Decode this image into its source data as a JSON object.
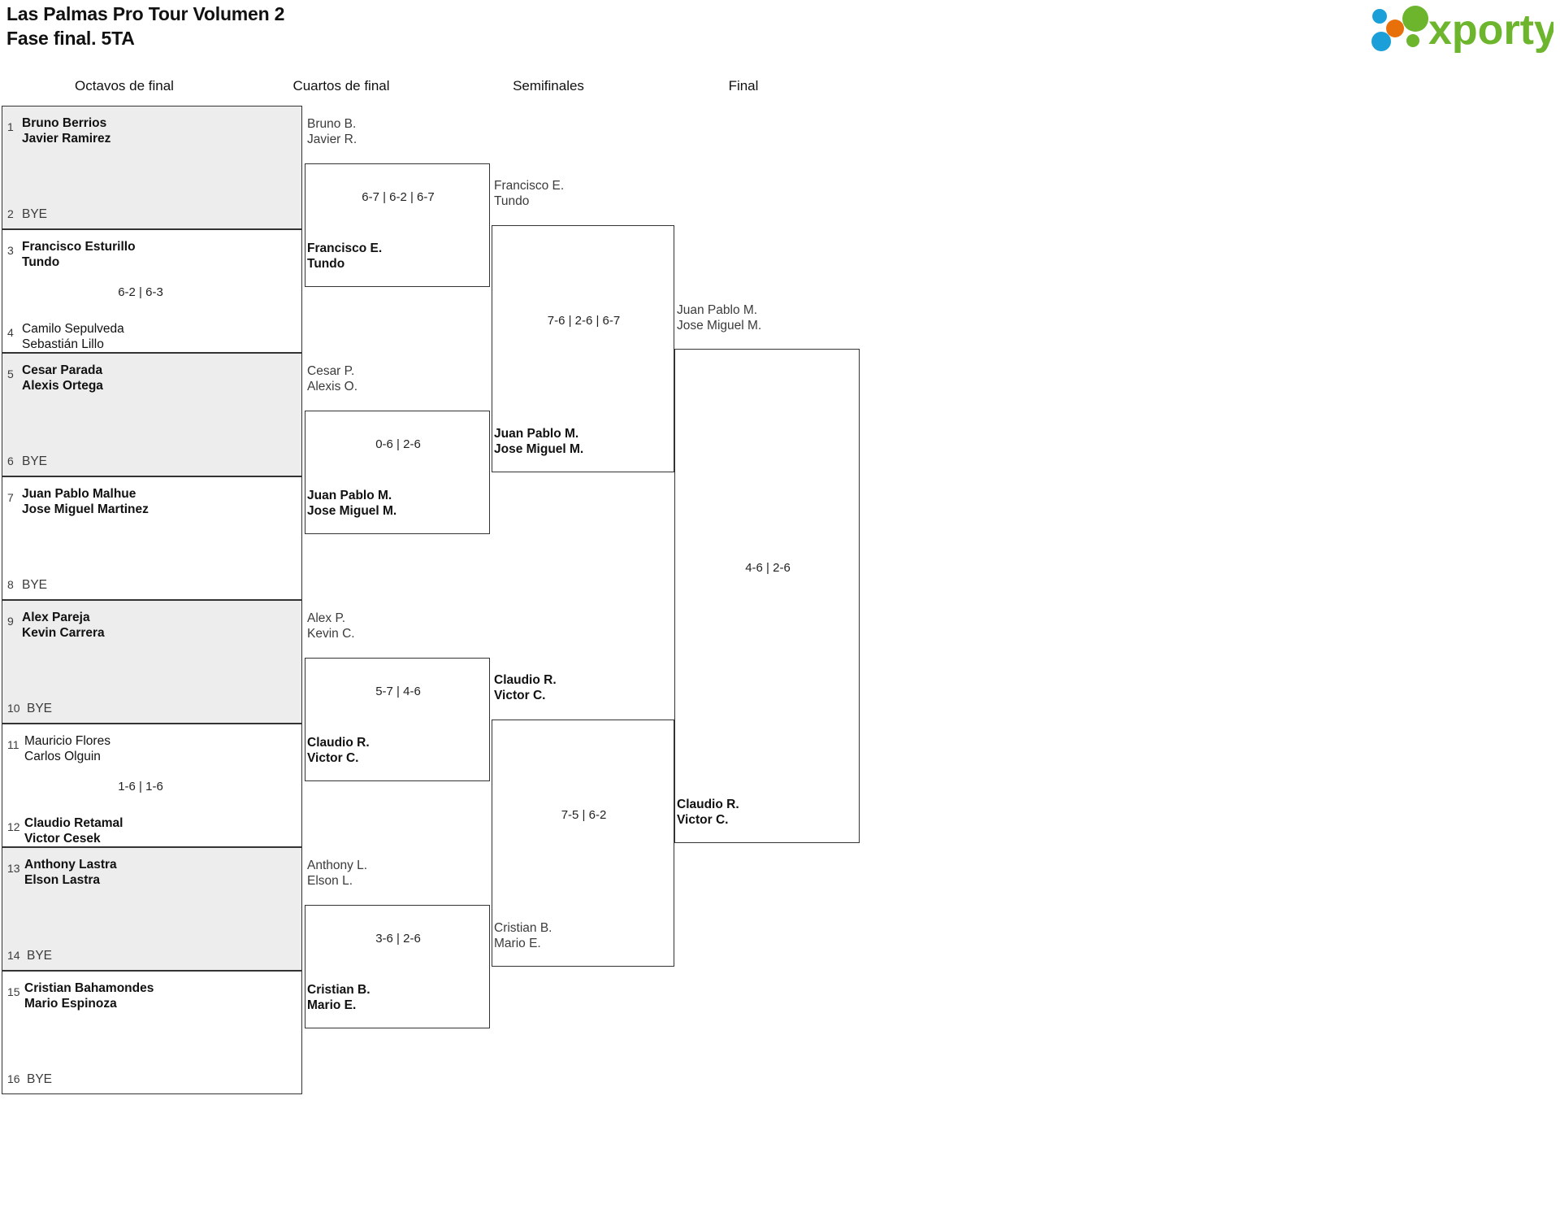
{
  "header": {
    "title_line1": "Las Palmas Pro Tour Volumen 2",
    "title_line2": "Fase final. 5TA",
    "logo_text": "xporty",
    "logo_colors": {
      "green": "#6cb52d",
      "orange": "#e8700a",
      "blue": "#1b9fd8"
    }
  },
  "rounds": [
    {
      "label": "Octavos de final"
    },
    {
      "label": "Cuartos de final"
    },
    {
      "label": "Semifinales"
    },
    {
      "label": "Final"
    }
  ],
  "seeds": [
    {
      "num": "1",
      "line1": "Bruno Berrios",
      "line2": "Javier Ramirez",
      "bold": true,
      "bye": false
    },
    {
      "num": "2",
      "line1": "BYE",
      "line2": "",
      "bold": false,
      "bye": true
    },
    {
      "num": "3",
      "line1": "Francisco Esturillo",
      "line2": "Tundo",
      "bold": true,
      "bye": false
    },
    {
      "num": "4",
      "line1": "Camilo Sepulveda",
      "line2": "Sebastián Lillo",
      "bold": false,
      "bye": false
    },
    {
      "num": "5",
      "line1": "Cesar Parada",
      "line2": "Alexis Ortega",
      "bold": true,
      "bye": false
    },
    {
      "num": "6",
      "line1": "BYE",
      "line2": "",
      "bold": false,
      "bye": true
    },
    {
      "num": "7",
      "line1": "Juan Pablo Malhue",
      "line2": "Jose Miguel Martinez",
      "bold": true,
      "bye": false
    },
    {
      "num": "8",
      "line1": "BYE",
      "line2": "",
      "bold": false,
      "bye": true
    },
    {
      "num": "9",
      "line1": "Alex Pareja",
      "line2": "Kevin Carrera",
      "bold": true,
      "bye": false
    },
    {
      "num": "10",
      "line1": "BYE",
      "line2": "",
      "bold": false,
      "bye": true
    },
    {
      "num": "11",
      "line1": "Mauricio Flores",
      "line2": "Carlos Olguin",
      "bold": false,
      "bye": false
    },
    {
      "num": "12",
      "line1": "Claudio Retamal",
      "line2": "Victor Cesek",
      "bold": true,
      "bye": false
    },
    {
      "num": "13",
      "line1": "Anthony Lastra",
      "line2": "Elson Lastra",
      "bold": true,
      "bye": false
    },
    {
      "num": "14",
      "line1": "BYE",
      "line2": "",
      "bold": false,
      "bye": true
    },
    {
      "num": "15",
      "line1": "Cristian Bahamondes",
      "line2": "Mario Espinoza",
      "bold": true,
      "bye": false
    },
    {
      "num": "16",
      "line1": "BYE",
      "line2": "",
      "bold": false,
      "bye": true
    }
  ],
  "round1_scores": [
    {
      "id": "r1m2",
      "score": "6-2 | 6-3"
    },
    {
      "id": "r1m6",
      "score": "1-6 | 1-6"
    }
  ],
  "round2": {
    "matches": [
      {
        "top_line1": "Bruno B.",
        "top_line2": "Javier R.",
        "top_bold": false,
        "score": "6-7 | 6-2 | 6-7",
        "bot_line1": "Francisco E.",
        "bot_line2": "Tundo",
        "bot_bold": true
      },
      {
        "top_line1": "Cesar P.",
        "top_line2": "Alexis O.",
        "top_bold": false,
        "score": "0-6 | 2-6",
        "bot_line1": "Juan Pablo M.",
        "bot_line2": "Jose Miguel M.",
        "bot_bold": true
      },
      {
        "top_line1": "Alex P.",
        "top_line2": "Kevin C.",
        "top_bold": false,
        "score": "5-7 | 4-6",
        "bot_line1": "Claudio R.",
        "bot_line2": "Victor C.",
        "bot_bold": true
      },
      {
        "top_line1": "Anthony L.",
        "top_line2": "Elson L.",
        "top_bold": false,
        "score": "3-6 | 2-6",
        "bot_line1": "Cristian B.",
        "bot_line2": "Mario E.",
        "bot_bold": true
      }
    ]
  },
  "round3": {
    "matches": [
      {
        "top_line1": "Francisco E.",
        "top_line2": "Tundo",
        "top_bold": false,
        "score": "7-6 | 2-6 | 6-7",
        "bot_line1": "Juan Pablo M.",
        "bot_line2": "Jose Miguel M.",
        "bot_bold": true
      },
      {
        "top_line1": "Claudio R.",
        "top_line2": "Victor C.",
        "top_bold": true,
        "score": "7-5 | 6-2",
        "bot_line1": "Cristian B.",
        "bot_line2": "Mario E.",
        "bot_bold": false
      }
    ]
  },
  "round4": {
    "match": {
      "top_line1": "Juan Pablo M.",
      "top_line2": "Jose Miguel M.",
      "top_bold": false,
      "score": "4-6 | 2-6",
      "bot_line1": "Claudio R.",
      "bot_line2": "Victor C.",
      "bot_bold": true
    }
  }
}
